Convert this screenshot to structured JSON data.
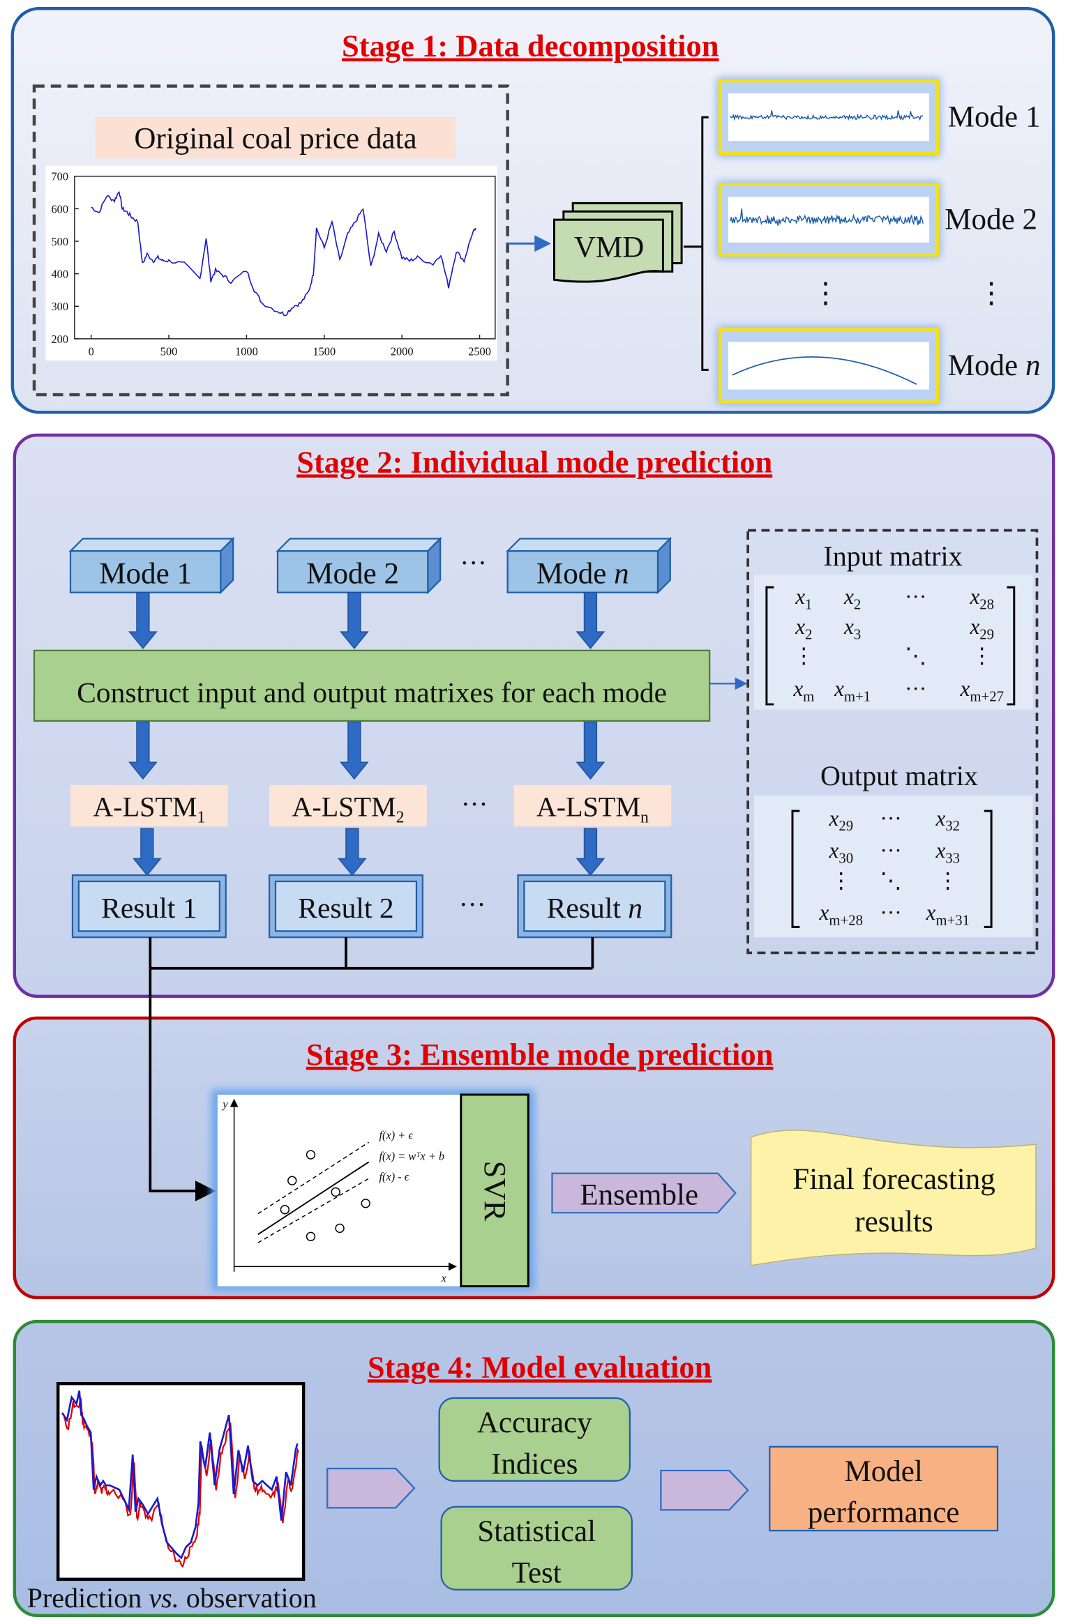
{
  "stage1": {
    "title": "Stage 1: Data decomposition",
    "data_label": "Original coal price data",
    "vmd_label": "VMD",
    "modes": [
      {
        "prefix": "Mode",
        "index": "1"
      },
      {
        "prefix": "Mode",
        "index": "2"
      },
      {
        "prefix": "Mode",
        "index": "n"
      }
    ],
    "ellipsis": "⋮"
  },
  "stage2": {
    "title": "Stage 2: Individual mode prediction",
    "modes": [
      {
        "prefix": "Mode",
        "index": "1"
      },
      {
        "prefix": "Mode",
        "index": "2"
      },
      {
        "prefix": "Mode",
        "index": "n"
      }
    ],
    "ellipsis": "···",
    "construct_label": "Construct input and output matrixes for each mode",
    "models": [
      {
        "base": "A-LSTM",
        "sub": "1"
      },
      {
        "base": "A-LSTM",
        "sub": "2"
      },
      {
        "base": "A-LSTM",
        "sub": "n"
      }
    ],
    "results": [
      {
        "prefix": "Result",
        "index": "1"
      },
      {
        "prefix": "Result",
        "index": "2"
      },
      {
        "prefix": "Result",
        "index": "n"
      }
    ],
    "input_matrix": {
      "title": "Input matrix",
      "rows": [
        [
          {
            "b": "x",
            "s": "1"
          },
          {
            "b": "x",
            "s": "2"
          },
          {
            "b": "···",
            "s": ""
          },
          {
            "b": "x",
            "s": "28"
          }
        ],
        [
          {
            "b": "x",
            "s": "2"
          },
          {
            "b": "x",
            "s": "3"
          },
          {
            "b": "",
            "s": ""
          },
          {
            "b": "x",
            "s": "29"
          }
        ],
        [
          {
            "b": "⋮",
            "s": ""
          },
          {
            "b": "",
            "s": ""
          },
          {
            "b": "⋱",
            "s": ""
          },
          {
            "b": "⋮",
            "s": ""
          }
        ],
        [
          {
            "b": "x",
            "s": "m"
          },
          {
            "b": "x",
            "s": "m+1"
          },
          {
            "b": "···",
            "s": ""
          },
          {
            "b": "x",
            "s": "m+27"
          }
        ]
      ]
    },
    "output_matrix": {
      "title": "Output matrix",
      "rows": [
        [
          {
            "b": "x",
            "s": "29"
          },
          {
            "b": "···",
            "s": ""
          },
          {
            "b": "x",
            "s": "32"
          }
        ],
        [
          {
            "b": "x",
            "s": "30"
          },
          {
            "b": "···",
            "s": ""
          },
          {
            "b": "x",
            "s": "33"
          }
        ],
        [
          {
            "b": "⋮",
            "s": ""
          },
          {
            "b": "⋱",
            "s": ""
          },
          {
            "b": "⋮",
            "s": ""
          }
        ],
        [
          {
            "b": "x",
            "s": "m+28"
          },
          {
            "b": "···",
            "s": ""
          },
          {
            "b": "x",
            "s": "m+31"
          }
        ]
      ]
    }
  },
  "stage3": {
    "title": "Stage 3: Ensemble mode prediction",
    "svr_label": "SVR",
    "svr_plot": {
      "y_axis": "y",
      "x_axis": "x",
      "upper": "f(x) + ϵ",
      "center": "f(x) = wᵀx + b",
      "lower": "f(x) - ϵ"
    },
    "ensemble_label": "Ensemble",
    "final_label_line1": "Final forecasting",
    "final_label_line2": "results"
  },
  "stage4": {
    "title": "Stage 4: Model evaluation",
    "caption_pre": "Prediction ",
    "caption_vs": "vs.",
    "caption_post": " observation",
    "accuracy_line1": "Accuracy",
    "accuracy_line2": "Indices",
    "stat_line1": "Statistical",
    "stat_line2": "Test",
    "performance_line1": "Model",
    "performance_line2": "performance"
  },
  "colors": {
    "stage1_border": "#1f5fa8",
    "stage2_border": "#7030a0",
    "stage3_border": "#c00000",
    "stage4_border": "#2e8b3a",
    "title_red": "#e00000",
    "green_box": "#a9d08e",
    "blue_arrow": "#2e6bc4",
    "pink_label": "#fce4d6",
    "orange_box": "#f8b183",
    "yellow_doc": "#fdf2a8",
    "purple_arrow": "#c9b7dc"
  },
  "chart_data": {
    "type": "line",
    "title": "Original coal price data",
    "xlim": [
      -100,
      2600
    ],
    "ylim": [
      200,
      700
    ],
    "xticks": [
      "0",
      "500",
      "1000",
      "1500",
      "2000",
      "2500"
    ],
    "yticks": [
      "700",
      "600",
      "500",
      "400",
      "300",
      "200"
    ],
    "x": [
      0,
      50,
      100,
      150,
      180,
      200,
      230,
      260,
      300,
      330,
      360,
      400,
      430,
      460,
      500,
      600,
      700,
      740,
      770,
      800,
      850,
      900,
      1000,
      1050,
      1100,
      1200,
      1250,
      1300,
      1350,
      1400,
      1430,
      1450,
      1500,
      1550,
      1600,
      1650,
      1700,
      1750,
      1800,
      1850,
      1900,
      1950,
      2000,
      2050,
      2100,
      2200,
      2250,
      2300,
      2350,
      2400,
      2450,
      2475
    ],
    "y": [
      605,
      588,
      640,
      625,
      655,
      600,
      590,
      575,
      560,
      430,
      460,
      440,
      450,
      440,
      440,
      430,
      385,
      510,
      380,
      410,
      395,
      375,
      410,
      350,
      310,
      285,
      275,
      300,
      310,
      345,
      400,
      540,
      480,
      560,
      440,
      520,
      560,
      600,
      420,
      520,
      470,
      530,
      450,
      440,
      450,
      430,
      460,
      360,
      470,
      440,
      520,
      540
    ]
  }
}
